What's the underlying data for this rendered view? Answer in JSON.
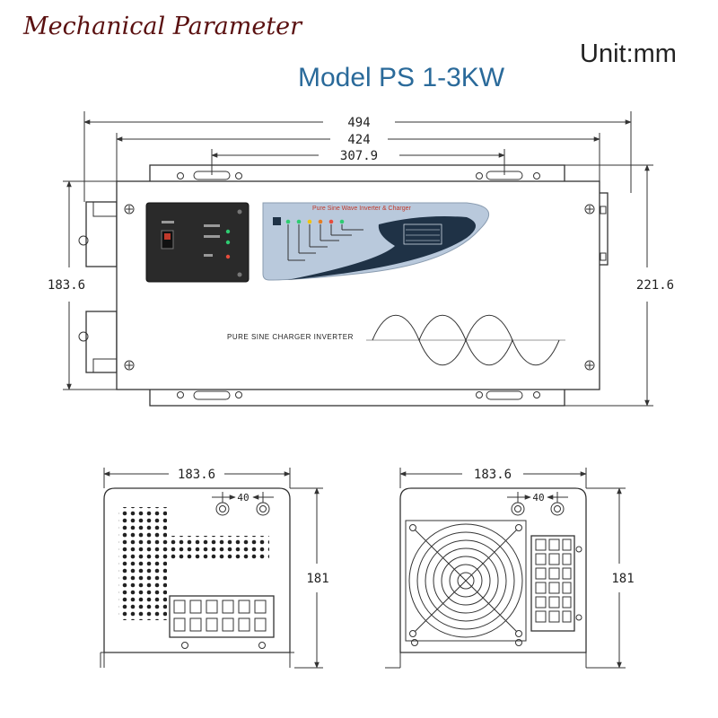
{
  "header": {
    "title": "Mechanical Parameter",
    "unit": "Unit:mm",
    "model": "Model PS 1-3KW"
  },
  "front_view": {
    "dims": {
      "overall_width": "494",
      "mounting_width": "424",
      "slot_spacing": "307.9",
      "body_height": "183.6",
      "overall_height": "221.6"
    },
    "panel_title": "Pure Sine Wave Inverter & Charger",
    "body_label": "PURE SINE CHARGER INVERTER"
  },
  "left_side_view": {
    "dims": {
      "width": "183.6",
      "height": "181",
      "terminal_spacing": "40"
    }
  },
  "right_side_view": {
    "dims": {
      "width": "183.6",
      "height": "181",
      "terminal_spacing": "40"
    }
  },
  "colors": {
    "header_title": "#5a1010",
    "model_title": "#2a6a9a",
    "panel_blue": "#b9c9dc",
    "panel_dark": "#1f3246",
    "panel_title": "#c0392b"
  }
}
